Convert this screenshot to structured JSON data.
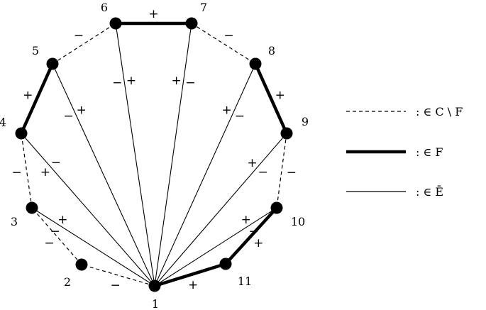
{
  "diagram": {
    "vertices": [
      {
        "id": "1",
        "label": "1"
      },
      {
        "id": "2",
        "label": "2"
      },
      {
        "id": "3",
        "label": "3"
      },
      {
        "id": "4",
        "label": "4"
      },
      {
        "id": "5",
        "label": "5"
      },
      {
        "id": "6",
        "label": "6"
      },
      {
        "id": "7",
        "label": "7"
      },
      {
        "id": "8",
        "label": "8"
      },
      {
        "id": "9",
        "label": "9"
      },
      {
        "id": "10",
        "label": "10"
      },
      {
        "id": "11",
        "label": "11"
      }
    ],
    "edges": [
      {
        "from": "1",
        "to": "2",
        "kind": "dashed",
        "sign": "−"
      },
      {
        "from": "2",
        "to": "3",
        "kind": "dashed",
        "sign": "−"
      },
      {
        "from": "3",
        "to": "4",
        "kind": "dashed",
        "sign": "−"
      },
      {
        "from": "4",
        "to": "5",
        "kind": "thick",
        "sign": "+"
      },
      {
        "from": "5",
        "to": "6",
        "kind": "dashed",
        "sign": "−"
      },
      {
        "from": "6",
        "to": "7",
        "kind": "thick",
        "sign": "+"
      },
      {
        "from": "7",
        "to": "8",
        "kind": "dashed",
        "sign": "−"
      },
      {
        "from": "8",
        "to": "9",
        "kind": "thick",
        "sign": "+"
      },
      {
        "from": "9",
        "to": "10",
        "kind": "dashed",
        "sign": "−"
      },
      {
        "from": "10",
        "to": "11",
        "kind": "thick",
        "sign": "+"
      },
      {
        "from": "11",
        "to": "1",
        "kind": "thick",
        "sign": "+"
      },
      {
        "from": "1",
        "to": "3",
        "kind": "thin",
        "sign": "+"
      },
      {
        "from": "1",
        "to": "4",
        "kind": "thin",
        "sign": "−"
      },
      {
        "from": "1",
        "to": "5",
        "kind": "thin",
        "sign": "+"
      },
      {
        "from": "1",
        "to": "6",
        "kind": "thin",
        "sign": "+"
      },
      {
        "from": "1",
        "to": "7",
        "kind": "thin",
        "sign": "+"
      },
      {
        "from": "1",
        "to": "8",
        "kind": "thin",
        "sign": "+"
      },
      {
        "from": "1",
        "to": "9",
        "kind": "thin",
        "sign": "+"
      },
      {
        "from": "1",
        "to": "10",
        "kind": "thin",
        "sign": "+"
      }
    ],
    "endpoint_signs": [
      {
        "vertex": "3",
        "toward": "1",
        "sign": "−"
      },
      {
        "vertex": "4",
        "toward": "1",
        "sign": "+"
      },
      {
        "vertex": "5",
        "toward": "1",
        "sign": "−"
      },
      {
        "vertex": "6",
        "toward": "1",
        "sign": "−"
      },
      {
        "vertex": "7",
        "toward": "1",
        "sign": "−"
      },
      {
        "vertex": "8",
        "toward": "1",
        "sign": "−"
      },
      {
        "vertex": "9",
        "toward": "1",
        "sign": "−"
      },
      {
        "vertex": "10",
        "toward": "1",
        "sign": "−"
      }
    ]
  },
  "legend": [
    {
      "style": "dashed",
      "text": ": ∈ C \\ F"
    },
    {
      "style": "thick",
      "text": ": ∈ F"
    },
    {
      "style": "thin",
      "text": ": ∈ Ē"
    }
  ]
}
